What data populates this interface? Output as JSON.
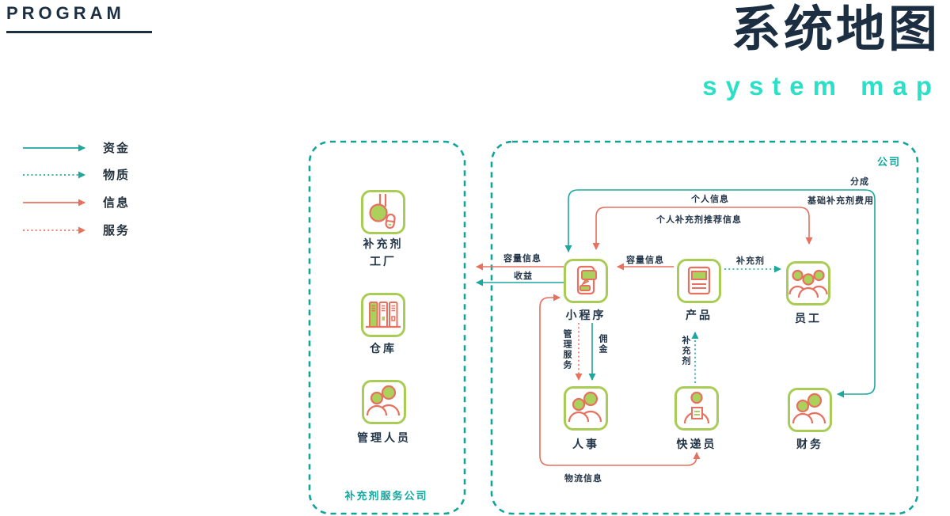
{
  "header": {
    "kicker": "PROGRAM",
    "title_cn": "系统地图",
    "title_en": "system map"
  },
  "legend": [
    {
      "label": "资金",
      "color": "#1ea79d",
      "style": "solid"
    },
    {
      "label": "物质",
      "color": "#1ea79d",
      "style": "dotted"
    },
    {
      "label": "信息",
      "color": "#e8705e",
      "style": "solid"
    },
    {
      "label": "服务",
      "color": "#e8705e",
      "style": "dotted"
    }
  ],
  "groups": {
    "left": {
      "caption": "补充剂服务公司"
    },
    "right": {
      "caption": "公司"
    }
  },
  "nodes": {
    "factory_line1": "补充剂",
    "factory_line2": "工厂",
    "warehouse": "仓库",
    "managers": "管理人员",
    "miniapp": "小程序",
    "product": "产品",
    "employee": "员工",
    "hr": "人事",
    "courier": "快递员",
    "finance": "财务"
  },
  "flows": {
    "personal_info": "个人信息",
    "recommendation": "个人补充剂推荐信息",
    "share": "分成",
    "base_fee": "基础补充剂费用",
    "capacity_from_product": "容量信息",
    "capacity_out": "容量信息",
    "revenue": "收益",
    "supplement_right": "补充剂",
    "management_service": "管理服务",
    "commission": "佣金",
    "supplement_up": "补充剂",
    "logistics": "物流信息"
  },
  "colors": {
    "navy": "#1c2f42",
    "teal": "#1ea79d",
    "teal_bright": "#2be0c6",
    "red": "#e8705e",
    "green": "#a8cc55"
  }
}
